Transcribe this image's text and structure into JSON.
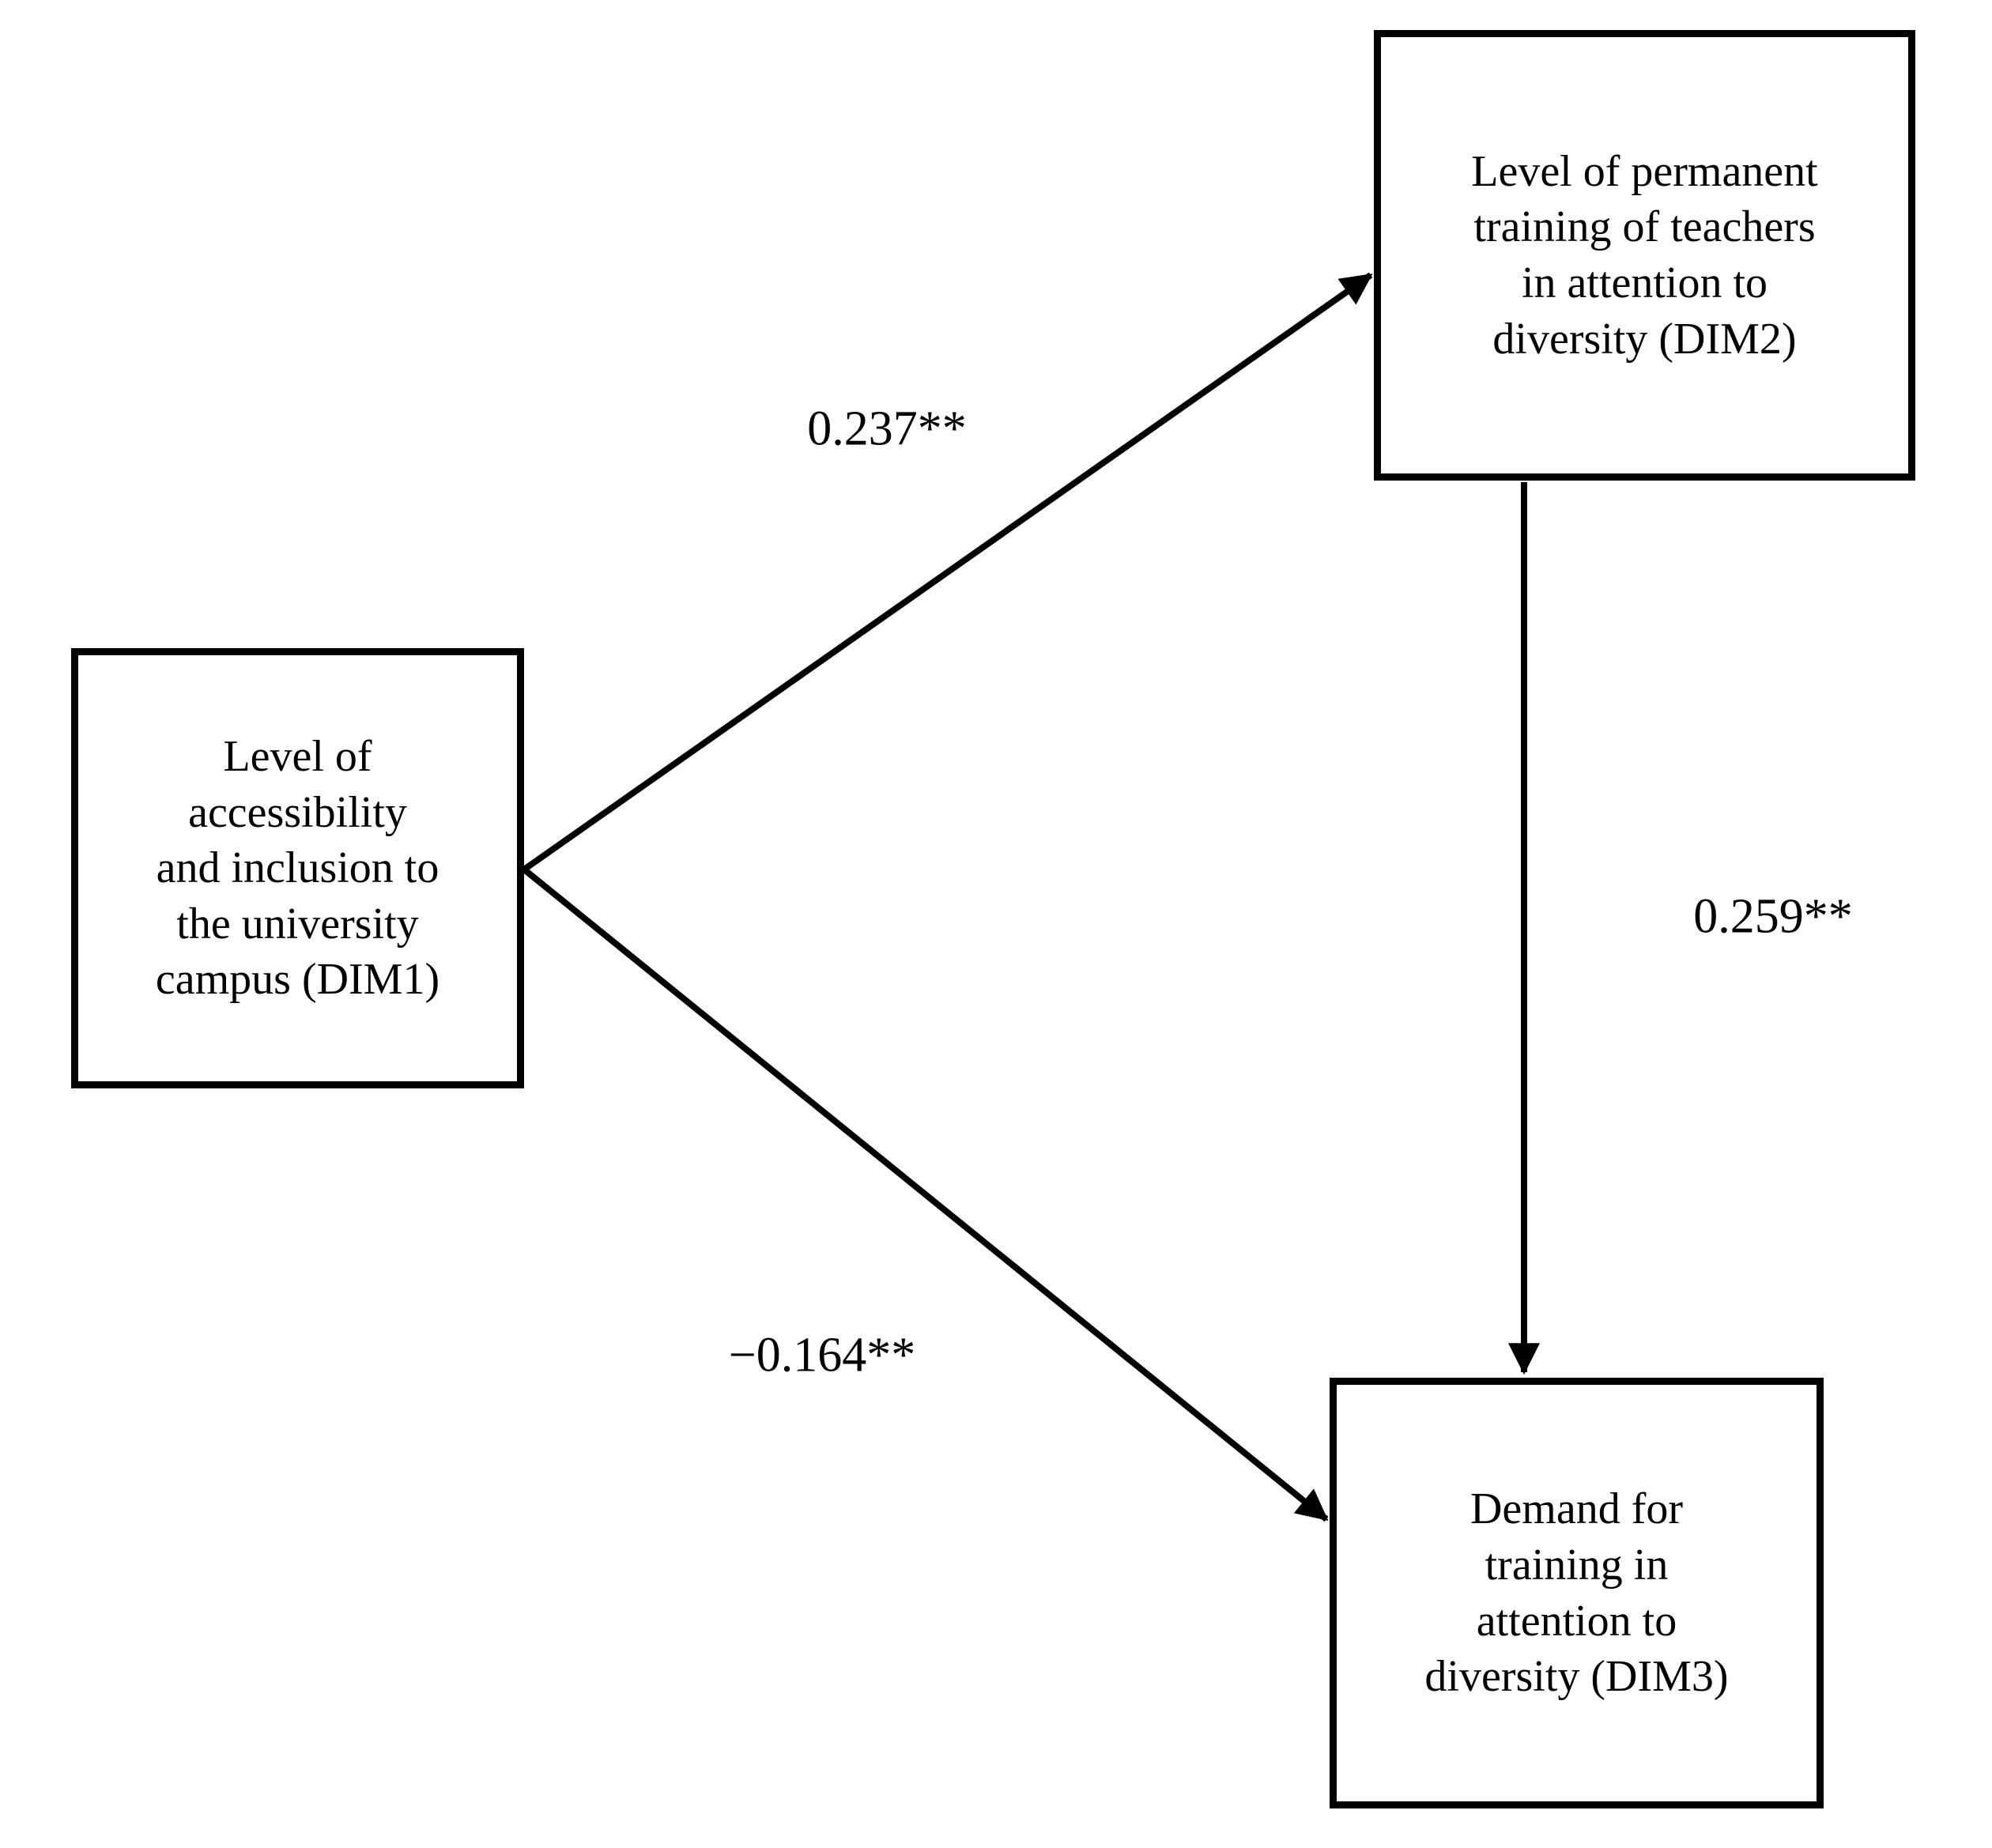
{
  "diagram": {
    "background_color": "#ffffff",
    "line_color": "#000000",
    "nodes": [
      {
        "id": "DIM1",
        "label": "Level of accessibility and inclusion to the university campus (DIM1)",
        "label_lines": [
          "Level of",
          "accessibility",
          "and inclusion to",
          "the university",
          "campus (DIM1)"
        ]
      },
      {
        "id": "DIM2",
        "label": "Level of permanent training of teachers in attention to diversity (DIM2)",
        "label_lines": [
          "Level of permanent",
          "training of teachers",
          "in attention to",
          "diversity (DIM2)"
        ]
      },
      {
        "id": "DIM3",
        "label": "Demand for training in attention to diversity (DIM3)",
        "label_lines": [
          "Demand for",
          "training in",
          "attention to",
          "diversity (DIM3)"
        ]
      }
    ],
    "edges": [
      {
        "from": "DIM1",
        "to": "DIM2",
        "coefficient": "0.237**"
      },
      {
        "from": "DIM1",
        "to": "DIM3",
        "coefficient": "−0.164**"
      },
      {
        "from": "DIM2",
        "to": "DIM3",
        "coefficient": "0.259**"
      }
    ]
  }
}
